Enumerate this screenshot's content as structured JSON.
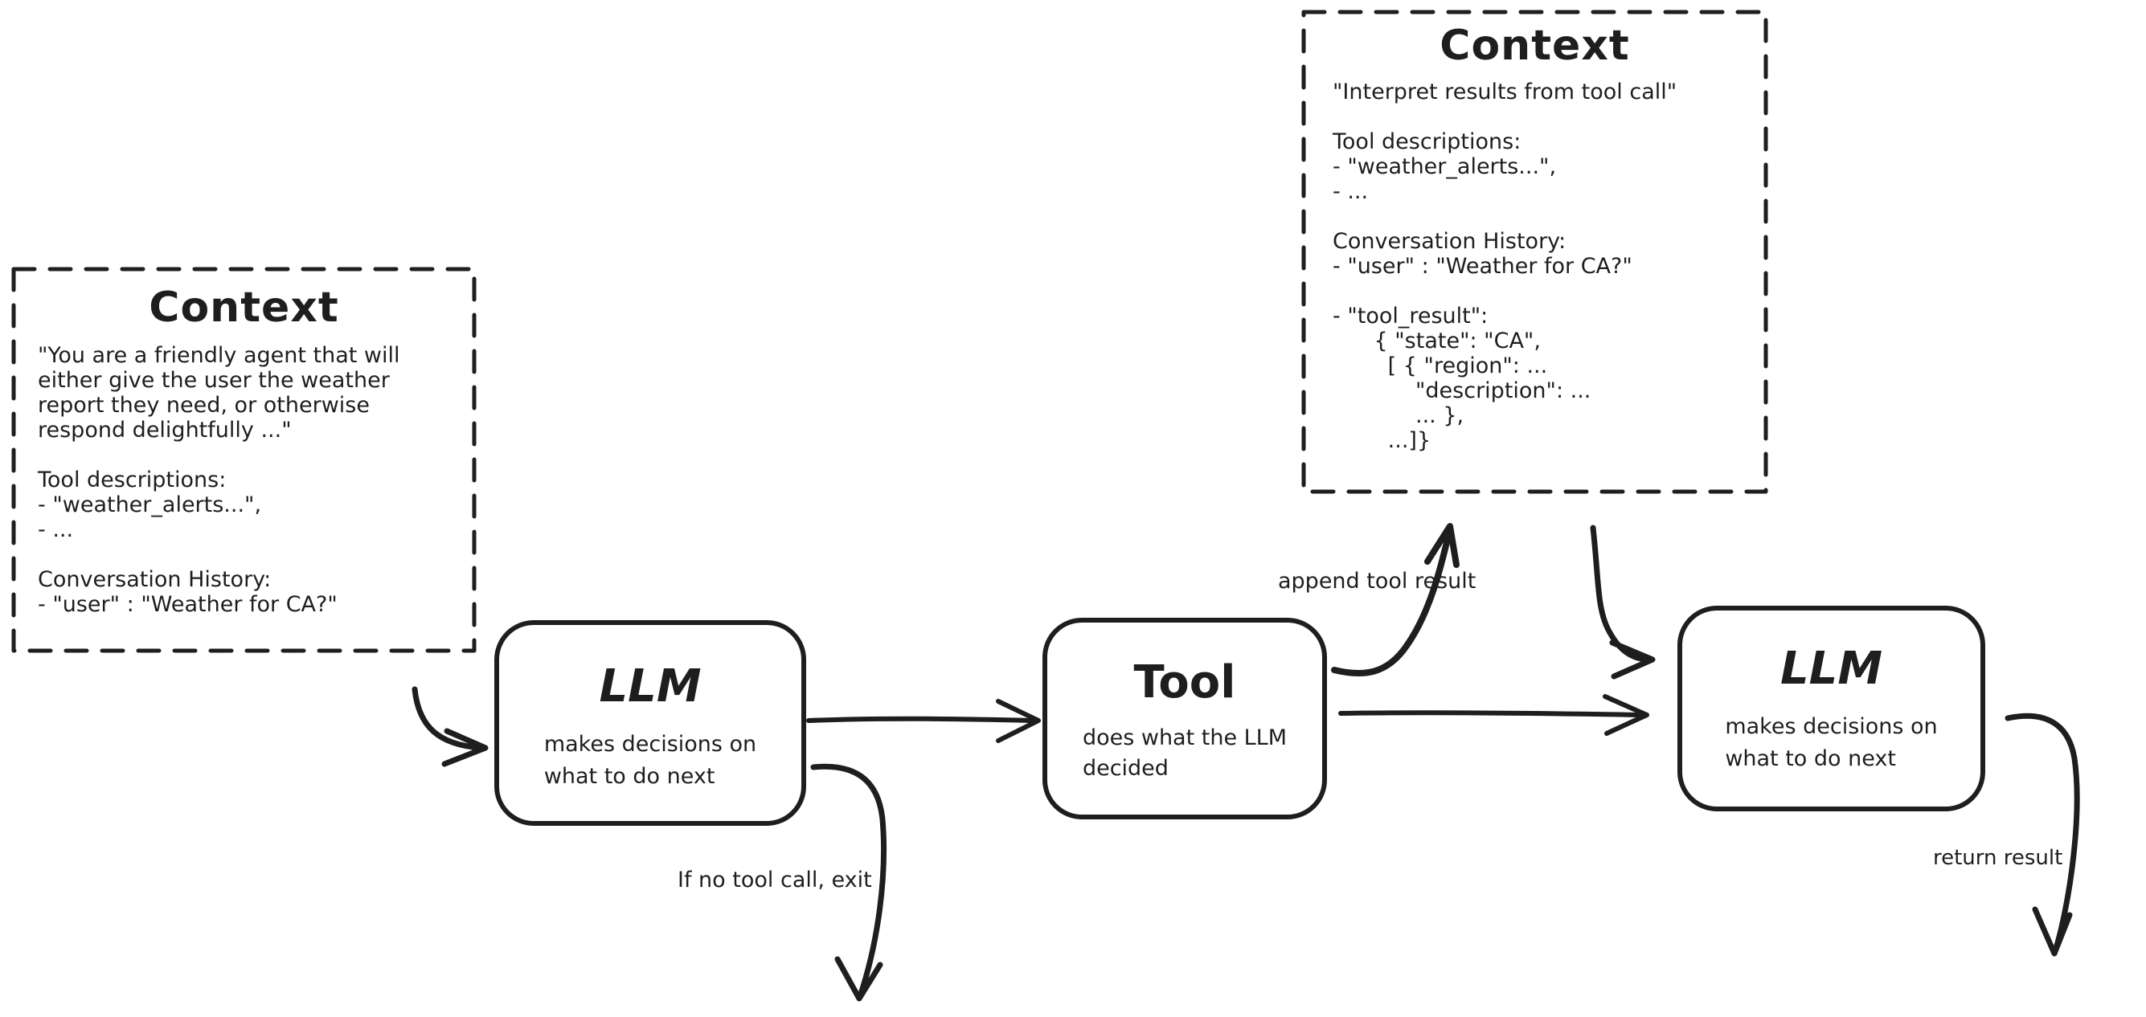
{
  "canvas": {
    "background_color": "#ffffff",
    "stroke_color": "#1e1e1e"
  },
  "context_left": {
    "title": "Context",
    "body_lines": [
      "\"You are a friendly agent that will",
      "either give the user the weather",
      "report they need, or otherwise",
      "respond delightfully ...\"",
      "",
      "Tool descriptions:",
      "- \"weather_alerts...\",",
      "- ...",
      "",
      "Conversation History:",
      "- \"user\" : \"Weather for CA?\""
    ]
  },
  "context_right": {
    "title": "Context",
    "body_lines": [
      "\"Interpret results from tool call\"",
      "",
      "Tool descriptions:",
      "- \"weather_alerts...\",",
      "- ...",
      "",
      "Conversation History:",
      "- \"user\" : \"Weather for CA?\"",
      "",
      "- \"tool_result\":",
      "      { \"state\": \"CA\",",
      "        [ { \"region\": ...",
      "            \"description\": ...",
      "            ... },",
      "        ...]}"
    ]
  },
  "nodes": {
    "llm1": {
      "title": "LLM",
      "subtitle_lines": [
        "makes decisions on",
        "what to do next"
      ]
    },
    "tool": {
      "title": "Tool",
      "subtitle_lines": [
        "does what the LLM",
        "decided"
      ]
    },
    "llm2": {
      "title": "LLM",
      "subtitle_lines": [
        "makes decisions on",
        "what to do next"
      ]
    }
  },
  "edge_labels": {
    "append_tool_result": "append tool result",
    "if_no_tool_call_exit": "If no tool call, exit",
    "return_result": "return result"
  }
}
